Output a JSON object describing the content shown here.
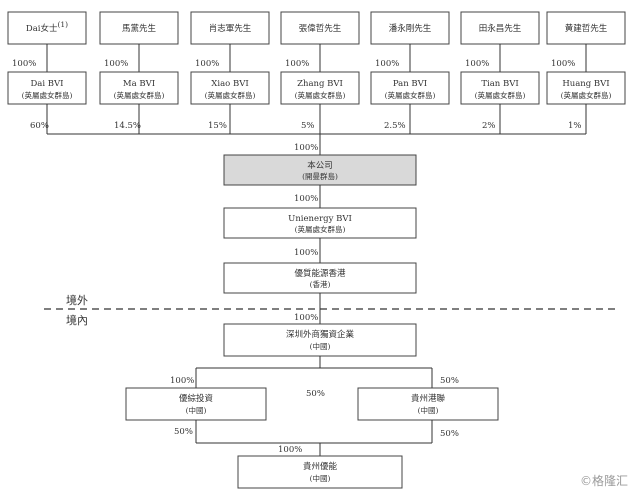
{
  "shareholders": [
    {
      "person": "Dai女士",
      "note": "(1)",
      "bvi_name": "Dai BVI",
      "bvi_place": "(英屬處女群島)",
      "own_pct": "100%",
      "stake_pct": "60%"
    },
    {
      "person": "馬黨先生",
      "bvi_name": "Ma BVI",
      "bvi_place": "(英屬處女群島)",
      "own_pct": "100%",
      "stake_pct": "14.5%"
    },
    {
      "person": "肖志軍先生",
      "bvi_name": "Xiao BVI",
      "bvi_place": "(英屬處女群島)",
      "own_pct": "100%",
      "stake_pct": "15%"
    },
    {
      "person": "張偉哲先生",
      "bvi_name": "Zhang BVI",
      "bvi_place": "(英屬處女群島)",
      "own_pct": "100%",
      "stake_pct": "5%"
    },
    {
      "person": "潘永剛先生",
      "bvi_name": "Pan BVI",
      "bvi_place": "(英屬處女群島)",
      "own_pct": "100%",
      "stake_pct": "2.5%"
    },
    {
      "person": "田永昌先生",
      "bvi_name": "Tian BVI",
      "bvi_place": "(英屬處女群島)",
      "own_pct": "100%",
      "stake_pct": "2%"
    },
    {
      "person": "黄建哲先生",
      "bvi_name": "Huang BVI",
      "bvi_place": "(英屬處女群島)",
      "own_pct": "100%",
      "stake_pct": "1%"
    }
  ],
  "company": {
    "name": "本公司",
    "place": "(開曼群島)",
    "pct_above": "100%"
  },
  "unienergy": {
    "name": "Unienergy BVI",
    "place": "(英屬處女群島)",
    "pct_above": "100%"
  },
  "hk": {
    "name": "優質能源香港",
    "place": "(香港)",
    "pct_above": "100%"
  },
  "regions": {
    "outside": "境外",
    "inside": "境內"
  },
  "shenzhen": {
    "name": "深圳外商獨資企業",
    "place": "(中國)",
    "pct_above": "100%"
  },
  "youzong": {
    "name": "優綜投資",
    "place": "(中國)",
    "pct_above": "100%",
    "pct_below": "50%"
  },
  "guizhou_gang": {
    "name": "貴州港聯",
    "place": "(中國)",
    "pct_above": "50%",
    "pct_below": "50%"
  },
  "middle_pct": "50%",
  "bottom": {
    "name": "貴州優能",
    "place": "(中國)",
    "pct_above": "100%"
  },
  "watermark": "©格隆汇"
}
